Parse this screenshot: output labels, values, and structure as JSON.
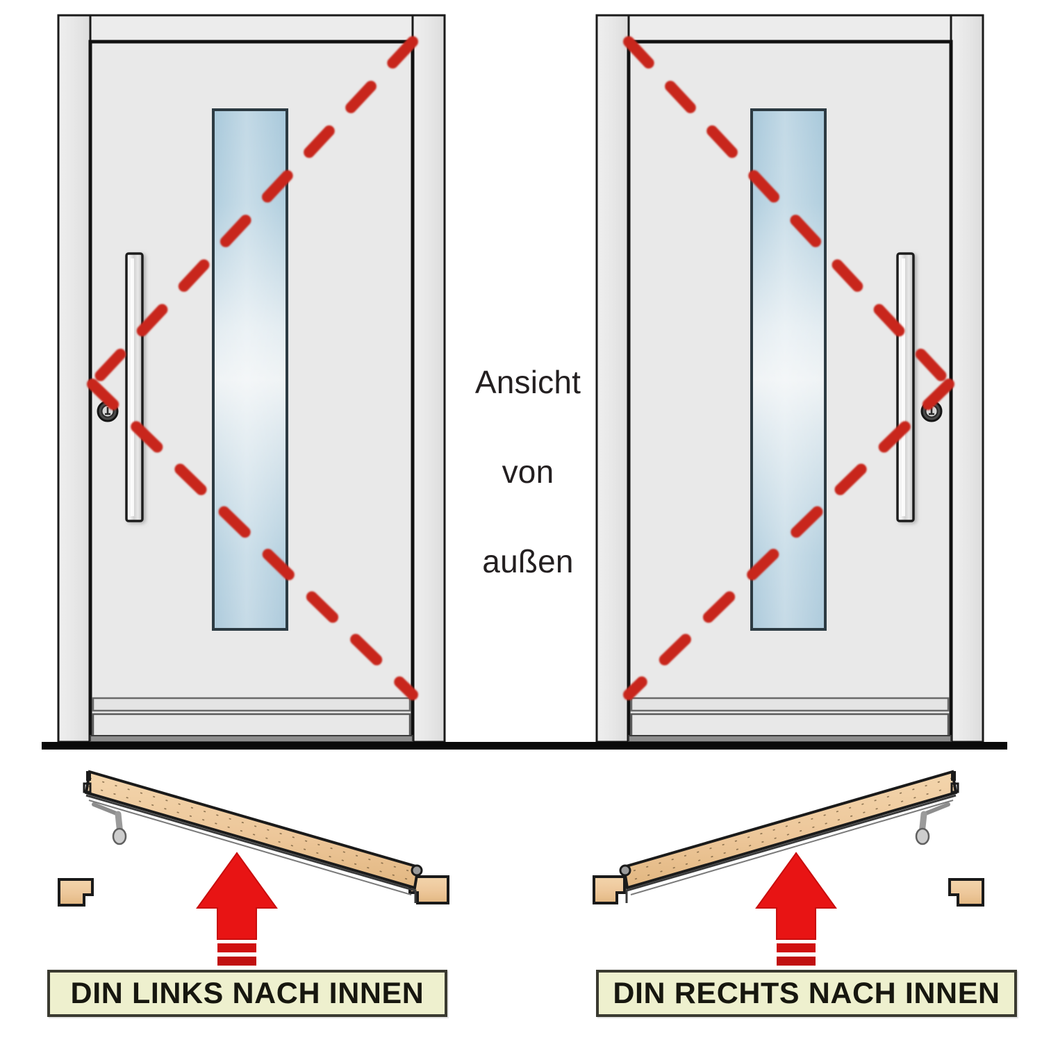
{
  "diagram": {
    "title_center": "Ansicht von außen",
    "center_lines": [
      "Ansicht",
      "von",
      "außen"
    ],
    "background_color": "#ffffff"
  },
  "center_note": {
    "line1": "Ansicht",
    "line2": "von",
    "line3": "außen"
  },
  "panels": [
    {
      "id": "left",
      "label": "DIN LINKS NACH INNEN",
      "hinge_side": "right",
      "handle_side": "left",
      "swing_direction": "inward"
    },
    {
      "id": "right",
      "label": "DIN RECHTS NACH INNEN",
      "hinge_side": "left",
      "handle_side": "right",
      "swing_direction": "inward"
    }
  ],
  "labels": {
    "left": "DIN LINKS NACH INNEN",
    "right": "DIN RECHTS NACH INNEN"
  },
  "colors": {
    "frame_fill": "#e6e6e6",
    "door_fill": "#e9e9e9",
    "glass_edge": "#a8c8da",
    "glass_center": "#eef3f6",
    "glass_border": "#2c3a42",
    "dash_red": "#c8281f",
    "arrow_red": "#e81414",
    "wood_fill": "#edc79a",
    "wood_border": "#1a1a1a",
    "label_bg": "#eef0ce",
    "label_border": "#3a3a30",
    "ground_line": "#0a0a0a",
    "outline": "#1a1a1a",
    "text": "#231f20"
  },
  "icons": {
    "lock": "lock-cylinder-icon",
    "handle": "door-handle-bar-icon",
    "arrow": "swing-direction-arrow-icon",
    "hinge": "hinge-icon",
    "dashed_diagonal": "opening-direction-dashed-icon"
  }
}
